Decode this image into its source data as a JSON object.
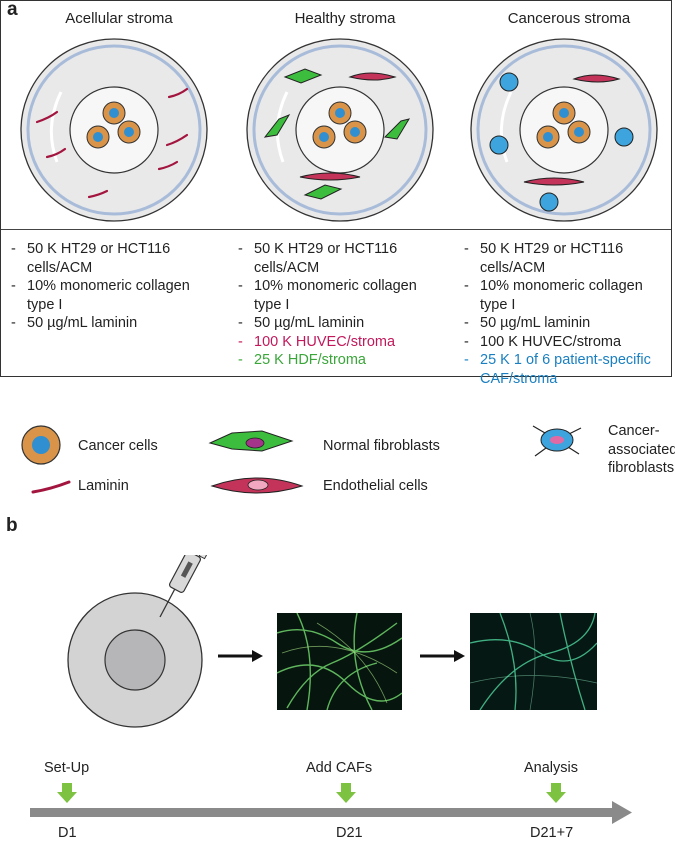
{
  "panel_a": {
    "label": "a",
    "columns": [
      {
        "title": "Acellular stroma",
        "items": [
          {
            "text": "50 K HT29 or HCT116 cells/ACM",
            "color": "#111111"
          },
          {
            "text": "10% monomeric collagen type I",
            "color": "#111111"
          },
          {
            "text": "50 µg/mL laminin",
            "color": "#111111"
          }
        ]
      },
      {
        "title": "Healthy stroma",
        "items": [
          {
            "text": "50 K HT29 or HCT116 cells/ACM",
            "color": "#111111"
          },
          {
            "text": "10% monomeric collagen type I",
            "color": "#111111"
          },
          {
            "text": "50 µg/mL laminin",
            "color": "#111111"
          },
          {
            "text": "100 K HUVEC/stroma",
            "color": "#c2185b"
          },
          {
            "text": "25 K HDF/stroma",
            "color": "#3aa63a"
          }
        ]
      },
      {
        "title": "Cancerous stroma",
        "items": [
          {
            "text": "50 K HT29 or HCT116 cells/ACM",
            "color": "#111111"
          },
          {
            "text": "10% monomeric collagen type I",
            "color": "#111111"
          },
          {
            "text": "50 µg/mL laminin",
            "color": "#111111"
          },
          {
            "text": "100 K HUVEC/stroma",
            "color": "#111111"
          },
          {
            "text": "25 K 1 of 6 patient-specific CAF/stroma",
            "color": "#1a7fc1"
          }
        ]
      }
    ]
  },
  "legend": {
    "cancer_cells": "Cancer cells",
    "normal_fibroblasts": "Normal fibroblasts",
    "cafs": "Cancer-associated fibroblasts",
    "laminin": "Laminin",
    "endothelial": "Endothelial cells"
  },
  "panel_b": {
    "label": "b",
    "steps": [
      {
        "top": "Set-Up",
        "bottom": "D1"
      },
      {
        "top": "Add CAFs",
        "bottom": "D21"
      },
      {
        "top": "Analysis",
        "bottom": "D21+7"
      }
    ]
  },
  "colors": {
    "dish_fill": "#e9e9ea",
    "dish_ring": "#a8bcd9",
    "laminin": "#a3153f",
    "fibroblast": "#3dbd3d",
    "caf": "#3da4dd",
    "cancer_cell": "#d9944a",
    "nucleus": "#2f8fd0",
    "timeline": "#8a8a8a",
    "step_arrow": "#7dc241"
  }
}
